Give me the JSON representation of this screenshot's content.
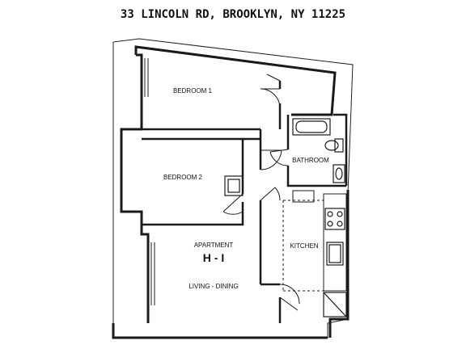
{
  "header": {
    "address": "33 LINCOLN RD, BROOKLYN, NY 11225"
  },
  "rooms": {
    "bedroom1": "BEDROOM 1",
    "bedroom2": "BEDROOM 2",
    "bathroom": "BATHROOM",
    "kitchen": "KITCHEN",
    "living": "LIVING - DINING"
  },
  "unit": {
    "label": "APARTMENT",
    "number": "H - I"
  },
  "colors": {
    "ink": "#111111",
    "paper": "#ffffff",
    "wall": "#1a1a1a"
  }
}
